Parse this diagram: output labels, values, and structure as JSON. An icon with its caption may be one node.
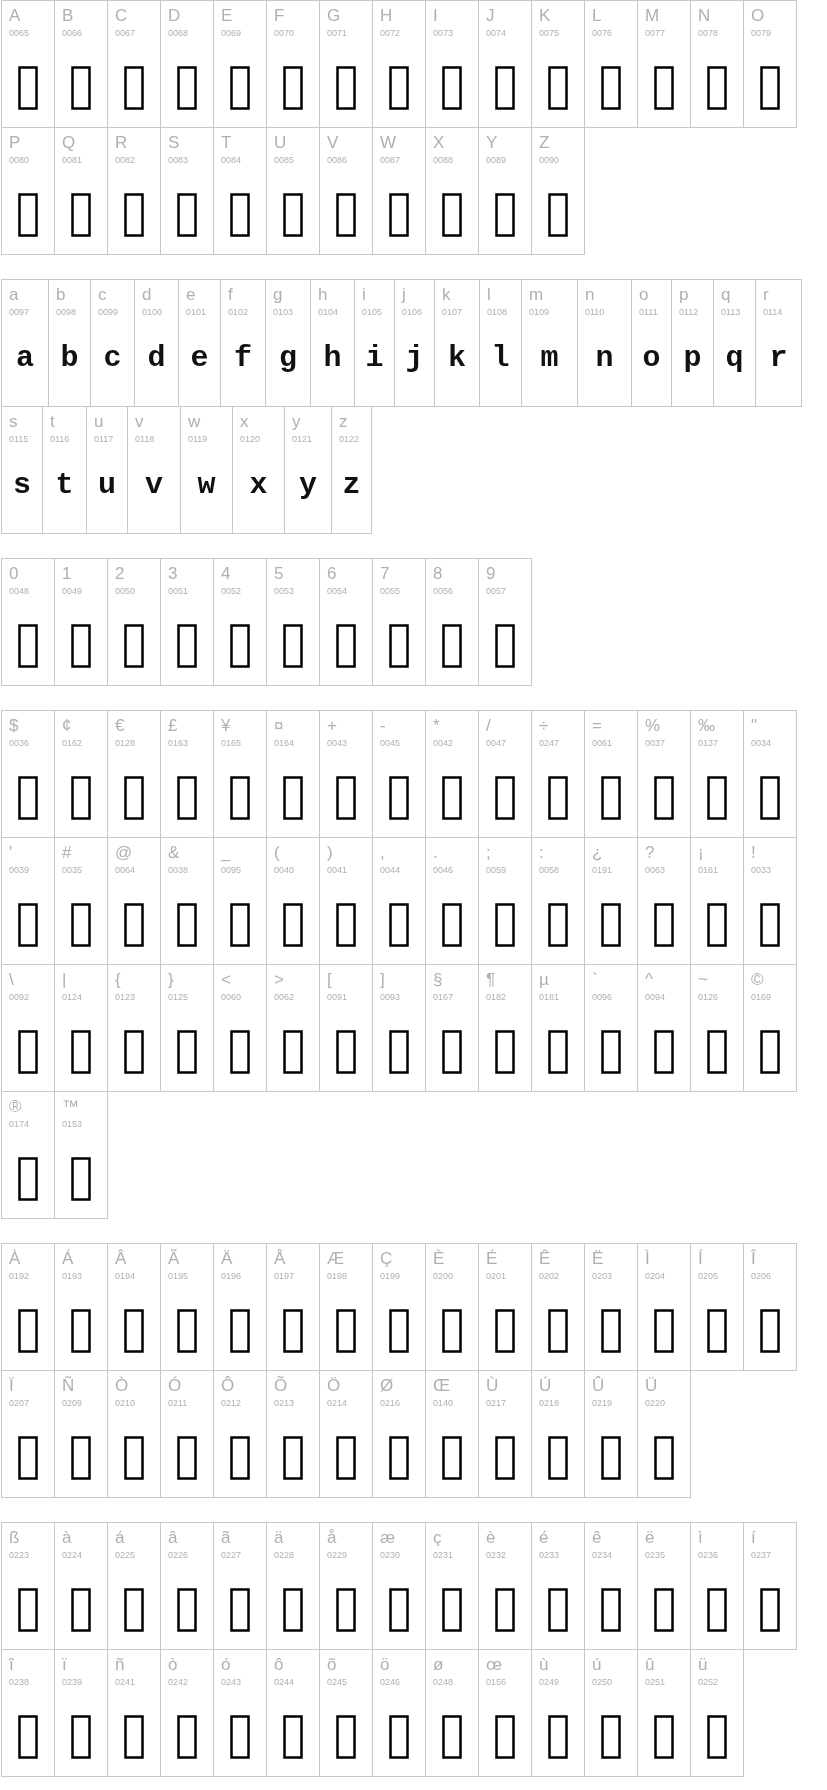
{
  "diagram": {
    "nodes": [
      {
        "text": [
          "A",
          "0065"
        ]
      },
      {
        "text": [
          "B",
          "0066"
        ]
      },
      {
        "text": [
          "C",
          "0067"
        ]
      },
      {
        "text": [
          "D",
          "0068"
        ]
      },
      {
        "text": [
          "E",
          "0069"
        ]
      },
      {
        "text": [
          "F",
          "0070"
        ]
      },
      {
        "text": [
          "G",
          "0071"
        ]
      },
      {
        "text": [
          "H",
          "0072"
        ]
      },
      {
        "text": [
          "I",
          "0073"
        ]
      },
      {
        "text": [
          "J",
          "0074"
        ]
      },
      {
        "text": [
          "K",
          "0075"
        ]
      },
      {
        "text": [
          "L",
          "0076"
        ]
      },
      {
        "text": [
          "M",
          "0077"
        ]
      },
      {
        "text": [
          "N",
          "0078"
        ]
      },
      {
        "text": [
          "O",
          "0079"
        ]
      },
      {
        "text": [
          "P",
          "0080"
        ]
      },
      {
        "text": [
          "Q",
          "0081"
        ]
      },
      {
        "text": [
          "R",
          "0082"
        ]
      },
      {
        "text": [
          "S",
          "0083"
        ]
      },
      {
        "text": [
          "T",
          "0084"
        ]
      },
      {
        "text": [
          "U",
          "0085"
        ]
      },
      {
        "text": [
          "V",
          "0086"
        ]
      },
      {
        "text": [
          "W",
          "0087"
        ]
      },
      {
        "text": [
          "X",
          "0088"
        ]
      },
      {
        "text": [
          "Y",
          "0089"
        ]
      },
      {
        "text": [
          "Z",
          "0090"
        ]
      },
      {
        "text": [
          "a",
          "0097",
          "a"
        ]
      },
      {
        "text": [
          "b",
          "0098",
          "b"
        ]
      },
      {
        "text": [
          "c",
          "0099",
          "c"
        ]
      },
      {
        "text": [
          "d",
          "0100",
          "d"
        ]
      },
      {
        "text": [
          "e",
          "0101",
          "e"
        ]
      },
      {
        "text": [
          "f",
          "0102",
          "f"
        ]
      },
      {
        "text": [
          "g",
          "0103",
          "g"
        ]
      },
      {
        "text": [
          "h",
          "0104",
          "h"
        ]
      },
      {
        "text": [
          "i",
          "0105",
          "i"
        ]
      },
      {
        "text": [
          "j",
          "0106",
          "j"
        ]
      },
      {
        "text": [
          "k",
          "0107",
          "k"
        ]
      },
      {
        "text": [
          "l",
          "0108",
          "l"
        ]
      },
      {
        "text": [
          "m",
          "0109",
          "m"
        ]
      },
      {
        "text": [
          "n",
          "0110",
          "n"
        ]
      },
      {
        "text": [
          "o",
          "0111",
          "o"
        ]
      },
      {
        "text": [
          "p",
          "0112",
          "p"
        ]
      },
      {
        "text": [
          "q",
          "0113",
          "q"
        ]
      },
      {
        "text": [
          "r",
          "0114",
          "r"
        ]
      },
      {
        "text": [
          "s",
          "0115",
          "s"
        ]
      },
      {
        "text": [
          "t",
          "0116",
          "t"
        ]
      },
      {
        "text": [
          "u",
          "0117",
          "u"
        ]
      },
      {
        "text": [
          "v",
          "0118",
          "v"
        ]
      },
      {
        "text": [
          "w",
          "0119",
          "w"
        ]
      },
      {
        "text": [
          "x",
          "0120",
          "x"
        ]
      },
      {
        "text": [
          "y",
          "0121",
          "y"
        ]
      },
      {
        "text": [
          "z",
          "0122",
          "z"
        ]
      },
      {
        "text": [
          "0",
          "0048"
        ]
      },
      {
        "text": [
          "1",
          "0049"
        ]
      },
      {
        "text": [
          "2",
          "0050"
        ]
      },
      {
        "text": [
          "3",
          "0051"
        ]
      },
      {
        "text": [
          "4",
          "0052"
        ]
      },
      {
        "text": [
          "5",
          "0053"
        ]
      },
      {
        "text": [
          "6",
          "0054"
        ]
      },
      {
        "text": [
          "7",
          "0055"
        ]
      },
      {
        "text": [
          "8",
          "0056"
        ]
      },
      {
        "text": [
          "9",
          "0057"
        ]
      },
      {
        "text": [
          "$",
          "0036"
        ]
      },
      {
        "text": [
          "¢",
          "0162"
        ]
      },
      {
        "text": [
          "€",
          "0128"
        ]
      },
      {
        "text": [
          "£",
          "0163"
        ]
      },
      {
        "text": [
          "¥",
          "0165"
        ]
      },
      {
        "text": [
          "¤",
          "0164"
        ]
      },
      {
        "text": [
          "+",
          "0043"
        ]
      },
      {
        "text": [
          "-",
          "0045"
        ]
      },
      {
        "text": [
          "*",
          "0042"
        ]
      },
      {
        "text": [
          "/",
          "0047"
        ]
      },
      {
        "text": [
          "÷",
          "0247"
        ]
      },
      {
        "text": [
          "=",
          "0061"
        ]
      },
      {
        "text": [
          "%",
          "0037"
        ]
      },
      {
        "text": [
          "‰",
          "0137"
        ]
      },
      {
        "text": [
          "\"",
          "0034"
        ]
      },
      {
        "text": [
          "'",
          "0039"
        ]
      },
      {
        "text": [
          "#",
          "0035"
        ]
      },
      {
        "text": [
          "@",
          "0064"
        ]
      },
      {
        "text": [
          "&",
          "0038"
        ]
      },
      {
        "text": [
          "_",
          "0095"
        ]
      },
      {
        "text": [
          "(",
          "0040"
        ]
      },
      {
        "text": [
          ")",
          "0041"
        ]
      },
      {
        "text": [
          ",",
          "0044"
        ]
      },
      {
        "text": [
          ".",
          "0046"
        ]
      },
      {
        "text": [
          ";",
          "0059"
        ]
      },
      {
        "text": [
          ":",
          "0058"
        ]
      },
      {
        "text": [
          "¿",
          "0191"
        ]
      },
      {
        "text": [
          "?",
          "0063"
        ]
      },
      {
        "text": [
          "¡",
          "0161"
        ]
      },
      {
        "text": [
          "!",
          "0033"
        ]
      },
      {
        "text": [
          "\\",
          "0092"
        ]
      },
      {
        "text": [
          "|",
          "0124"
        ]
      },
      {
        "text": [
          "{",
          "0123"
        ]
      },
      {
        "text": [
          "}",
          "0125"
        ]
      },
      {
        "text": [
          "<",
          "0060"
        ]
      },
      {
        "text": [
          ">",
          "0062"
        ]
      },
      {
        "text": [
          "[",
          "0091"
        ]
      },
      {
        "text": [
          "]",
          "0093"
        ]
      },
      {
        "text": [
          "§",
          "0167"
        ]
      },
      {
        "text": [
          "¶",
          "0182"
        ]
      },
      {
        "text": [
          "µ",
          "0181"
        ]
      },
      {
        "text": [
          "`",
          "0096"
        ]
      },
      {
        "text": [
          "^",
          "0094"
        ]
      },
      {
        "text": [
          "~",
          "0126"
        ]
      },
      {
        "text": [
          "©",
          "0169"
        ]
      },
      {
        "text": [
          "®",
          "0174"
        ]
      },
      {
        "text": [
          "™",
          "0153"
        ]
      },
      {
        "text": [
          "À",
          "0192"
        ]
      },
      {
        "text": [
          "Á",
          "0193"
        ]
      },
      {
        "text": [
          "Â",
          "0194"
        ]
      },
      {
        "text": [
          "Ã",
          "0195"
        ]
      },
      {
        "text": [
          "Ä",
          "0196"
        ]
      },
      {
        "text": [
          "Å",
          "0197"
        ]
      },
      {
        "text": [
          "Æ",
          "0198"
        ]
      },
      {
        "text": [
          "Ç",
          "0199"
        ]
      },
      {
        "text": [
          "È",
          "0200"
        ]
      },
      {
        "text": [
          "É",
          "0201"
        ]
      },
      {
        "text": [
          "Ê",
          "0202"
        ]
      },
      {
        "text": [
          "Ë",
          "0203"
        ]
      },
      {
        "text": [
          "Ì",
          "0204"
        ]
      },
      {
        "text": [
          "Í",
          "0205"
        ]
      },
      {
        "text": [
          "Î",
          "0206"
        ]
      },
      {
        "text": [
          "Ï",
          "0207"
        ]
      },
      {
        "text": [
          "Ñ",
          "0209"
        ]
      },
      {
        "text": [
          "Ò",
          "0210"
        ]
      },
      {
        "text": [
          "Ó",
          "0211"
        ]
      },
      {
        "text": [
          "Ô",
          "0212"
        ]
      },
      {
        "text": [
          "Õ",
          "0213"
        ]
      },
      {
        "text": [
          "Ö",
          "0214"
        ]
      },
      {
        "text": [
          "Ø",
          "0216"
        ]
      },
      {
        "text": [
          "Œ",
          "0140"
        ]
      },
      {
        "text": [
          "Ù",
          "0217"
        ]
      },
      {
        "text": [
          "Ú",
          "0218"
        ]
      },
      {
        "text": [
          "Û",
          "0219"
        ]
      },
      {
        "text": [
          "Ü",
          "0220"
        ]
      },
      {
        "text": [
          "ß",
          "0223"
        ]
      },
      {
        "text": [
          "à",
          "0224"
        ]
      },
      {
        "text": [
          "á",
          "0225"
        ]
      },
      {
        "text": [
          "â",
          "0226"
        ]
      },
      {
        "text": [
          "ã",
          "0227"
        ]
      },
      {
        "text": [
          "ä",
          "0228"
        ]
      },
      {
        "text": [
          "å",
          "0229"
        ]
      },
      {
        "text": [
          "æ",
          "0230"
        ]
      },
      {
        "text": [
          "ç",
          "0231"
        ]
      },
      {
        "text": [
          "è",
          "0232"
        ]
      },
      {
        "text": [
          "é",
          "0233"
        ]
      },
      {
        "text": [
          "ê",
          "0234"
        ]
      },
      {
        "text": [
          "ë",
          "0235"
        ]
      },
      {
        "text": [
          "ì",
          "0236"
        ]
      },
      {
        "text": [
          "í",
          "0237"
        ]
      },
      {
        "text": [
          "î",
          "0238"
        ]
      },
      {
        "text": [
          "ï",
          "0239"
        ]
      },
      {
        "text": [
          "ñ",
          "0241"
        ]
      },
      {
        "text": [
          "ò",
          "0242"
        ]
      },
      {
        "text": [
          "ó",
          "0243"
        ]
      },
      {
        "text": [
          "ô",
          "0244"
        ]
      },
      {
        "text": [
          "õ",
          "0245"
        ]
      },
      {
        "text": [
          "ö",
          "0246"
        ]
      },
      {
        "text": [
          "ø",
          "0248"
        ]
      },
      {
        "text": [
          "œ",
          "0156"
        ]
      },
      {
        "text": [
          "ù",
          "0249"
        ]
      },
      {
        "text": [
          "ú",
          "0250"
        ]
      },
      {
        "text": [
          "û",
          "0251"
        ]
      },
      {
        "text": [
          "ü",
          "0252"
        ]
      }
    ]
  }
}
